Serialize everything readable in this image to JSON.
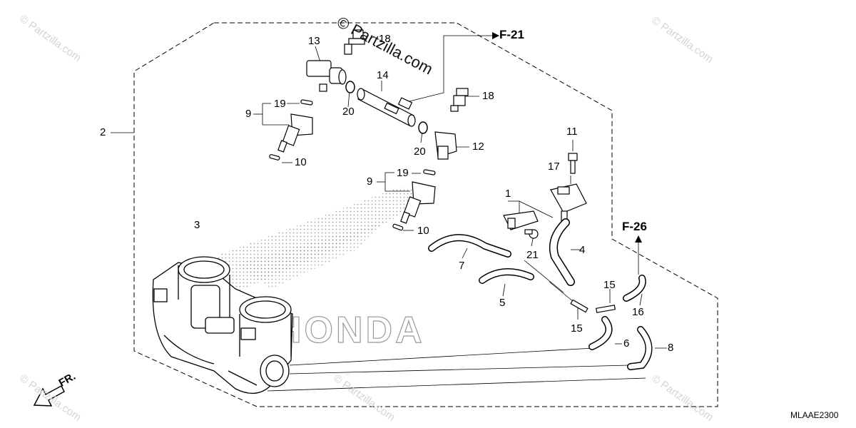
{
  "diagram": {
    "references": {
      "f21": "F-21",
      "f26": "F-26"
    },
    "front_indicator": "FR.",
    "diagram_code": "MLAAE2300",
    "brand_watermark": "HONDA",
    "watermark": {
      "main": "© Partzilla.com",
      "faint": "© Partzilla.com"
    },
    "callouts": {
      "p1": "1",
      "p2": "2",
      "p3": "3",
      "p4": "4",
      "p5": "5",
      "p6": "6",
      "p7": "7",
      "p8": "8",
      "p9a": "9",
      "p9b": "9",
      "p10a": "10",
      "p10b": "10",
      "p11": "11",
      "p12": "12",
      "p13": "13",
      "p14": "14",
      "p15a": "15",
      "p15b": "15",
      "p16": "16",
      "p17": "17",
      "p18a": "18",
      "p18b": "18",
      "p19a": "19",
      "p19b": "19",
      "p20a": "20",
      "p20b": "20",
      "p21": "21"
    }
  }
}
